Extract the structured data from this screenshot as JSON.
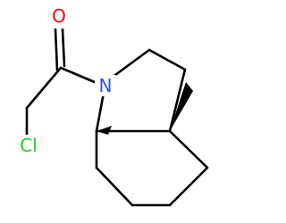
{
  "molecule": {
    "atoms": {
      "oxygen": {
        "symbol": "O",
        "color": "#ff0000"
      },
      "nitrogen": {
        "symbol": "N",
        "color": "#3050f8"
      },
      "chlorine": {
        "symbol": "Cl",
        "color": "#1fd01f"
      }
    },
    "bonds": {
      "carbonyl": "double",
      "ring_fusion_stereo": "wedge"
    }
  }
}
